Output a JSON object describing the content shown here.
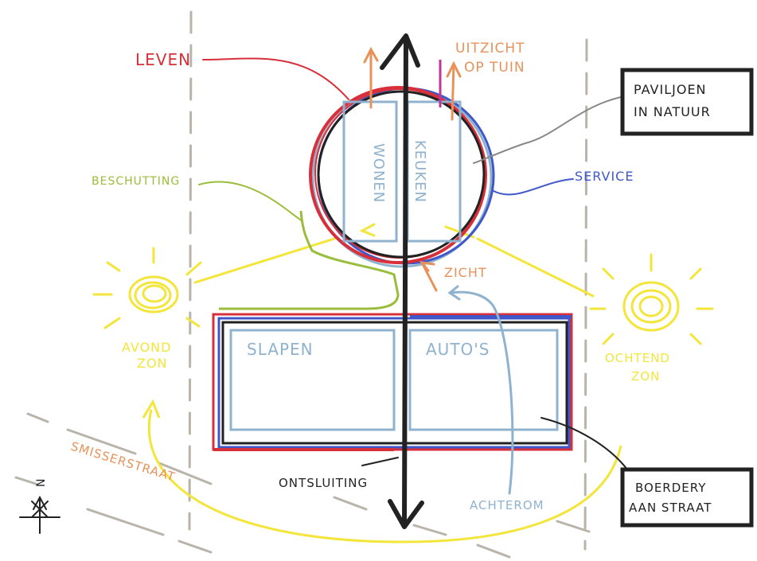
{
  "labels": {
    "leven": "LEVEN",
    "uitzicht_line1": "UITZICHT",
    "uitzicht_line2": "OP TUIN",
    "paviljoen_line1": "PAVILJOEN",
    "paviljoen_line2": "IN NATUUR",
    "beschutting": "BESCHUTTING",
    "service": "SERVICE",
    "wonen": "WONEN",
    "keuken": "KEUKEN",
    "zicht": "ZICHT",
    "avondzon_line1": "AVOND",
    "avondzon_line2": "ZON",
    "ochtendzon_line1": "OCHTEND",
    "ochtendzon_line2": "ZON",
    "slapen": "SLAPEN",
    "autos": "AUTO'S",
    "smisserstraat": "SMISSERSTRAAT",
    "ontsluiting": "ONTSLUITING",
    "achterom": "ACHTEROM",
    "boerdery_line1": "BOERDERY",
    "boerdery_line2": "AAN STRAAT",
    "north": "N"
  },
  "colors": {
    "ink": "#222222",
    "red": "#d8303a",
    "blue": "#3f57c8",
    "lightblue": "#8fb3cf",
    "orange": "#e8925a",
    "yellow": "#f3e53a",
    "green": "#9bbd3c",
    "grey": "#b9b4aa",
    "magenta": "#c0359a"
  }
}
